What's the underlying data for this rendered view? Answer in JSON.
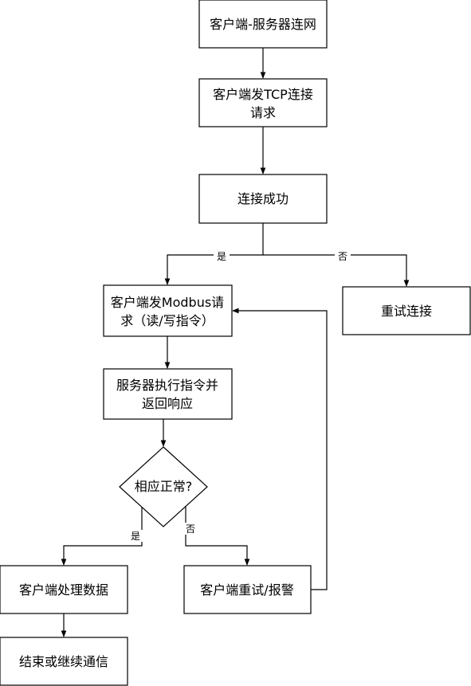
{
  "nodes": {
    "connect": "客户端-服务器连网",
    "tcp_request_line1": "客户端发TCP连接",
    "tcp_request_line2": "请求",
    "success": "连接成功",
    "retry_connect": "重试连接",
    "modbus_line1": "客户端发Modbus请",
    "modbus_line2": "求（读/写指令）",
    "server_line1": "服务器执行指令并",
    "server_line2": "返回响应",
    "decision": "相应正常?",
    "process": "客户端处理数据",
    "client_retry": "客户端重试/报警",
    "end": "结束或继续通信"
  },
  "edges": {
    "success_yes": "是",
    "success_no": "否",
    "decision_yes": "是",
    "decision_no": "否"
  }
}
